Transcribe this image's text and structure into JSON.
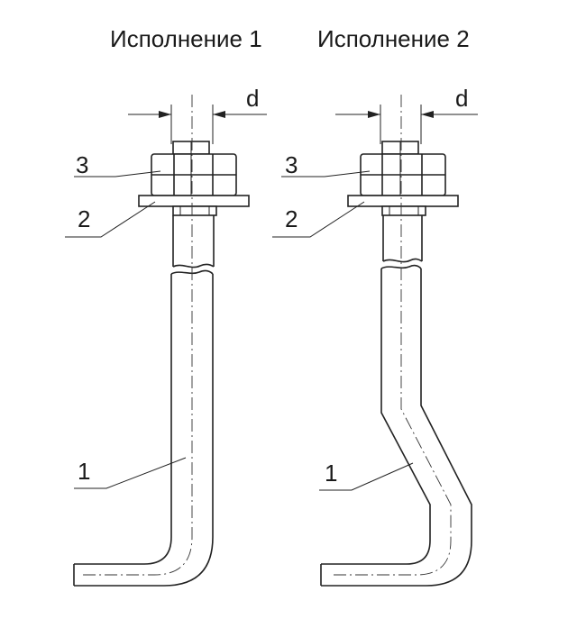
{
  "titles": {
    "variant_1": "Исполнение 1",
    "variant_2": "Исполнение 2"
  },
  "dimension_label": "d",
  "callouts": {
    "bolt": "1",
    "washer": "2",
    "nut": "3"
  }
}
